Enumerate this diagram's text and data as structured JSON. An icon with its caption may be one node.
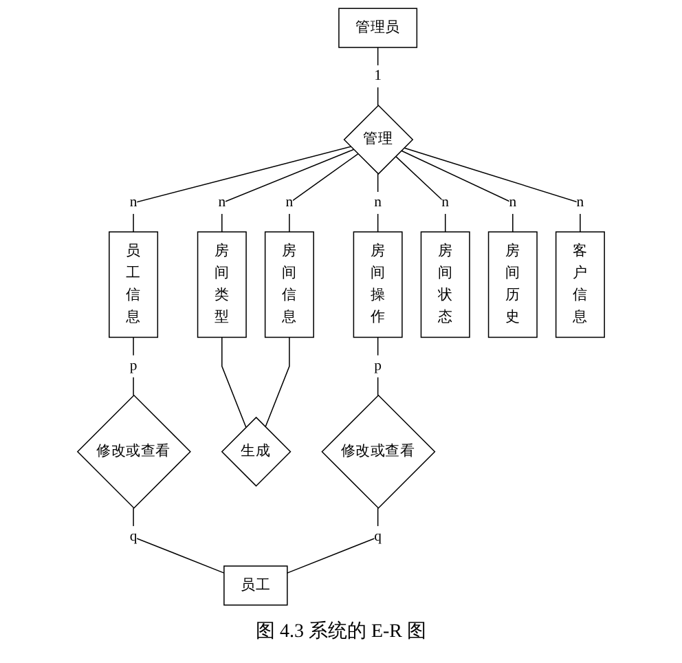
{
  "diagram": {
    "caption": "图 4.3 系统的 E-R 图",
    "nodes": [
      {
        "text": [
          "管理员"
        ]
      },
      {
        "text": [
          "管理"
        ]
      },
      {
        "text": [
          "员工信息"
        ]
      },
      {
        "text": [
          "房间类型"
        ]
      },
      {
        "text": [
          "房间信息"
        ]
      },
      {
        "text": [
          "房间操作"
        ]
      },
      {
        "text": [
          "房间状态"
        ]
      },
      {
        "text": [
          "房间历史"
        ]
      },
      {
        "text": [
          "客户信息"
        ]
      },
      {
        "text": [
          "修改或查看"
        ]
      },
      {
        "text": [
          "生成"
        ]
      },
      {
        "text": [
          "修改或查看"
        ]
      },
      {
        "text": [
          "员工"
        ]
      }
    ],
    "edges": [
      {
        "from": 0,
        "to": 1,
        "arrow": "none",
        "label": "1"
      },
      {
        "from": 1,
        "to": 2,
        "arrow": "none",
        "label": "n"
      },
      {
        "from": 1,
        "to": 3,
        "arrow": "none",
        "label": "n"
      },
      {
        "from": 1,
        "to": 4,
        "arrow": "none",
        "label": "n"
      },
      {
        "from": 1,
        "to": 5,
        "arrow": "none",
        "label": "n"
      },
      {
        "from": 1,
        "to": 6,
        "arrow": "none",
        "label": "n"
      },
      {
        "from": 1,
        "to": 7,
        "arrow": "none",
        "label": "n"
      },
      {
        "from": 1,
        "to": 8,
        "arrow": "none",
        "label": "n"
      },
      {
        "from": 2,
        "to": 9,
        "arrow": "none",
        "label": "p"
      },
      {
        "from": 3,
        "to": 10,
        "arrow": "none"
      },
      {
        "from": 4,
        "to": 10,
        "arrow": "none"
      },
      {
        "from": 5,
        "to": 11,
        "arrow": "none",
        "label": "p"
      },
      {
        "from": 9,
        "to": 12,
        "arrow": "none",
        "label": "q"
      },
      {
        "from": 11,
        "to": 12,
        "arrow": "none",
        "label": "q"
      }
    ]
  }
}
